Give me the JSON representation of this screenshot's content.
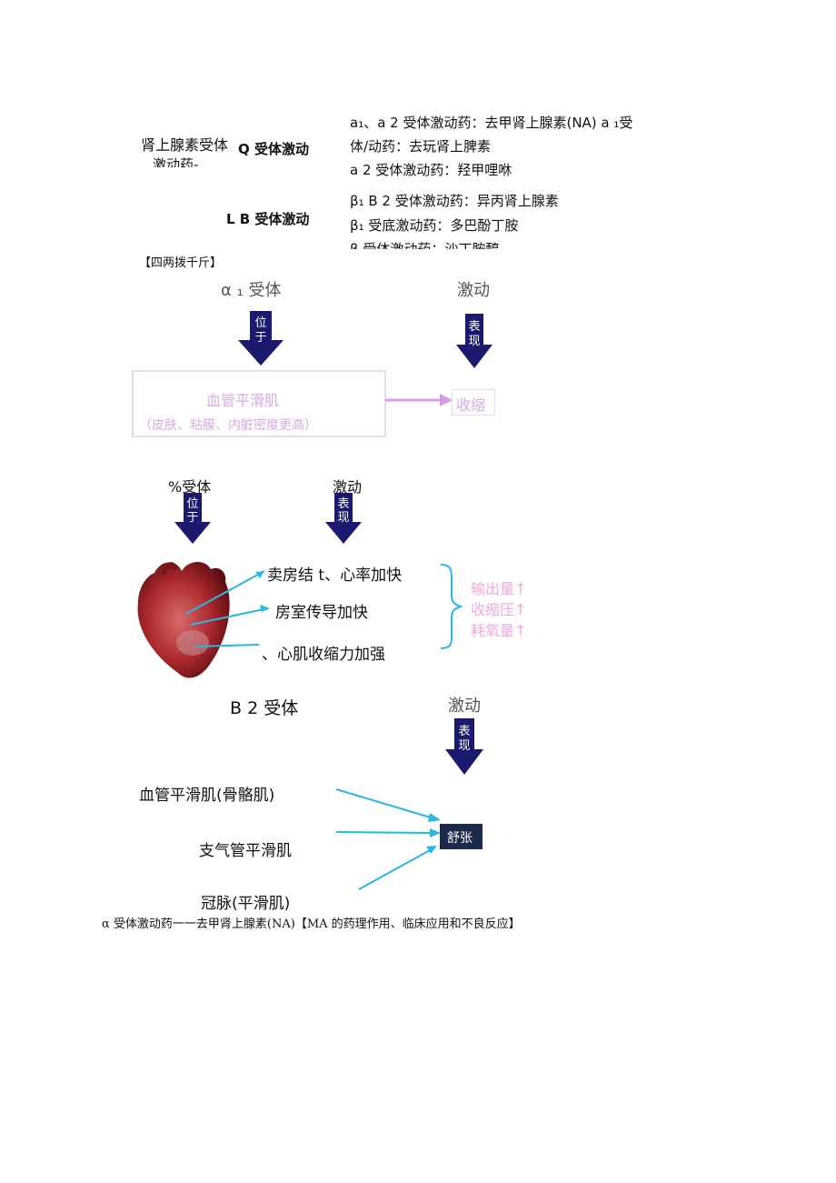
{
  "top": {
    "left_title_line1": "肾上腺素受体",
    "left_title_line2": "激动药-",
    "alpha_label": "Q 受体激动",
    "beta_label": "L B 受体激动",
    "alpha_lines": [
      "a₁、a 2 受体激动药：去甲肾上腺素(NA) a ₁受",
      "体/动药：去玩肾上脾素",
      "a 2 受体激动药：羟甲哩咻"
    ],
    "beta_lines": [
      "β₁ B 2 受体激动药：异丙肾上腺素",
      "β₁ 受底激动药：多巴酚丁胺",
      "β 受体激动药：沙丁胺醇"
    ]
  },
  "section_title": "【四两拨千斤】",
  "fig1": {
    "receptor": "α ₁ 受体",
    "effect": "激动",
    "arrow1_text": [
      "位",
      "于"
    ],
    "arrow2_text": [
      "表",
      "现"
    ],
    "box_line1": "血管平滑肌",
    "box_line2": "（皮肤、粘膜、内脏密度更高）",
    "result": "收缩"
  },
  "fig2": {
    "receptor": "%受体",
    "effect": "激动",
    "arrow1_text": [
      "位",
      "于"
    ],
    "arrow2_text": [
      "表",
      "现"
    ],
    "items": [
      "卖房结 t、心率加快",
      "房室传导加快",
      "、心肌收缩力加强"
    ],
    "results": [
      "输出量↑",
      "收缩压↑",
      "耗氧量↑"
    ]
  },
  "fig3": {
    "receptor": "B 2 受体",
    "effect": "激动",
    "arrow_text": [
      "表",
      "现"
    ],
    "items": [
      "血管平滑肌(骨骼肌)",
      "支气管平滑肌",
      "冠脉(平滑肌)"
    ],
    "result": "舒张"
  },
  "footer": "α 受体激动药一一去甲肾上腺素(NA)【MA 的药理作用、临床应用和不良反应】",
  "colors": {
    "arrow_navy": "#1a1a6e",
    "pink_arrow": "#d99be8",
    "cyan_arrow": "#29b6e0",
    "box_dark": "#1c2a4a"
  }
}
